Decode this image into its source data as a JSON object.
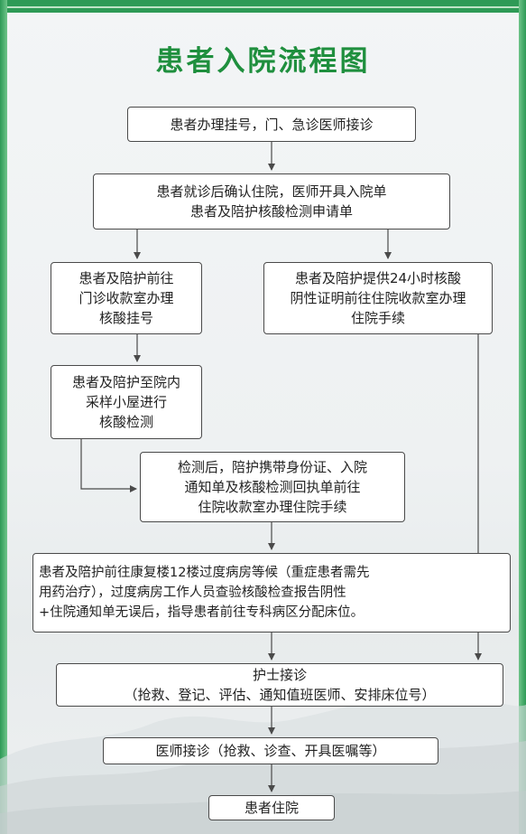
{
  "title": "患者入院流程图",
  "steps": {
    "register": [
      "患者办理挂号，门、急诊医师接诊"
    ],
    "confirm": [
      "患者就诊后确认住院，医师开具入院单",
      "患者及陪护核酸检测申请单"
    ],
    "left_pay": [
      "患者及陪护前往",
      "门诊收款室办理",
      "核酸挂号"
    ],
    "right_cert": [
      "患者及陪护提供24小时核酸",
      "阴性证明前往住院收款室办理",
      "住院手续"
    ],
    "sampling": [
      "患者及陪护至院内",
      "采样小屋进行",
      "核酸检测"
    ],
    "after_test": [
      "检测后，陪护携带身份证、入院",
      "通知单及核酸检测回执单前往",
      "住院收款室办理住院手续"
    ],
    "ward": [
      "患者及陪护前往康复楼12楼过度病房等候（重症患者需先",
      "用药治疗），过度病房工作人员查验核酸检查报告阴性",
      "+住院通知单无误后，指导患者前往专科病区分配床位。"
    ],
    "nurse": [
      "护士接诊",
      "（抢救、登记、评估、通知值班医师、安排床位号）"
    ],
    "doctor": [
      "医师接诊（抢救、诊查、开具医嘱等）"
    ],
    "admitted": [
      "患者住院"
    ]
  },
  "colors": {
    "title": "#1f8f3e",
    "frame": "#2e9a56",
    "line": "#4a4a4a"
  }
}
